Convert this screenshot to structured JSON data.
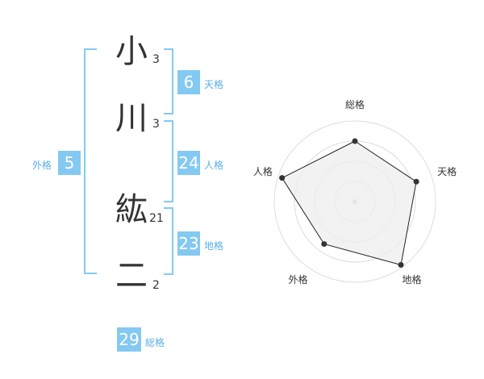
{
  "name": {
    "chars": [
      {
        "char": "小",
        "strokes": "3"
      },
      {
        "char": "川",
        "strokes": "3"
      },
      {
        "char": "紘",
        "strokes": "21"
      },
      {
        "char": "二",
        "strokes": "2"
      }
    ]
  },
  "kaku": {
    "tenkaku": {
      "value": "6",
      "label": "天格"
    },
    "jinkaku": {
      "value": "24",
      "label": "人格"
    },
    "chikaku": {
      "value": "23",
      "label": "地格"
    },
    "gaikaku": {
      "value": "5",
      "label": "外格"
    },
    "soukaku": {
      "value": "29",
      "label": "総格"
    }
  },
  "chart_data": {
    "type": "radar",
    "axes": [
      "総格",
      "天格",
      "地格",
      "外格",
      "人格"
    ],
    "values": [
      0.75,
      0.8,
      0.97,
      0.65,
      0.95
    ],
    "grid_levels": 4,
    "colors": {
      "fill": "#eeeeee",
      "stroke": "#222222",
      "grid": "#dddddd",
      "point": "#333333"
    }
  }
}
